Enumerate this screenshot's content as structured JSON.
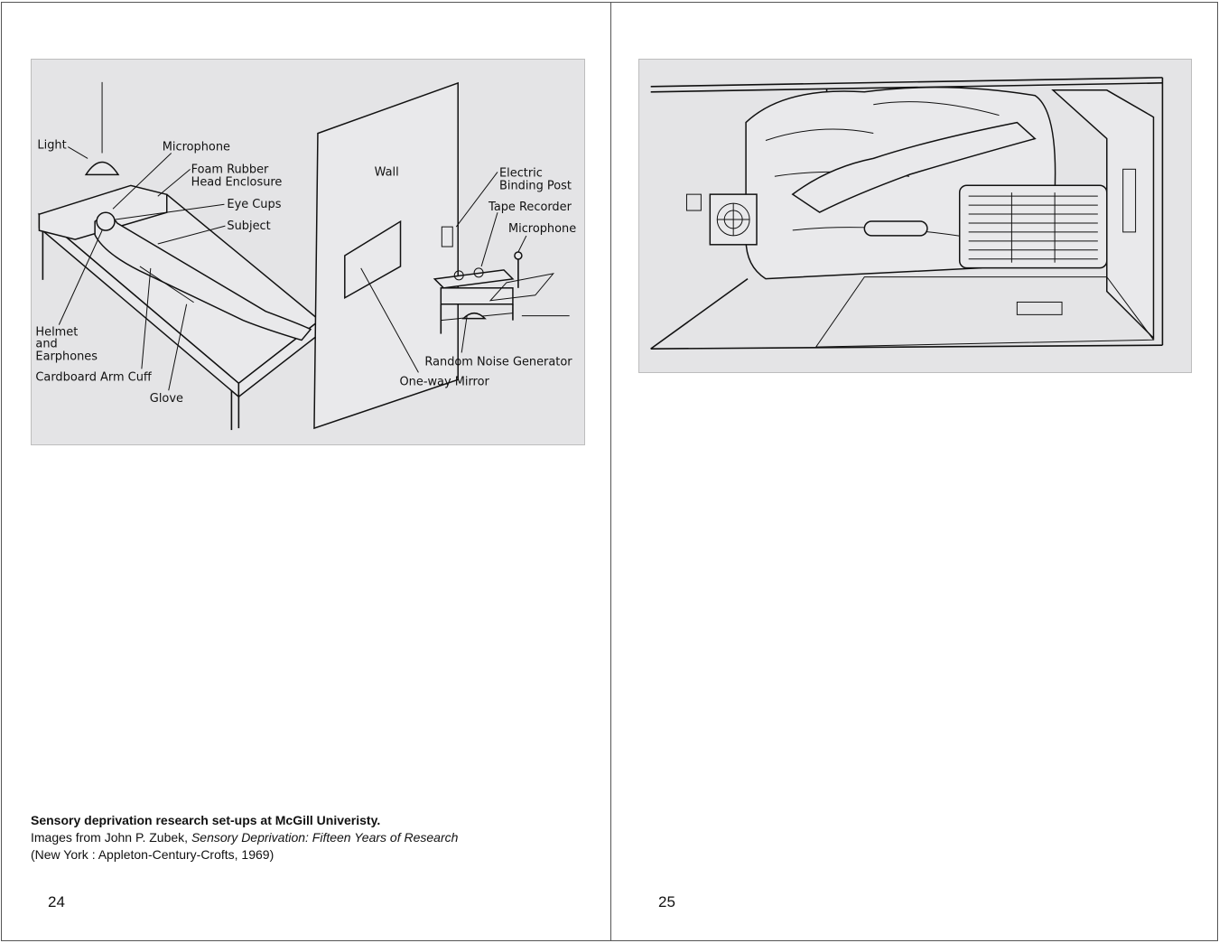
{
  "left_page": {
    "figure_labels": {
      "light": "Light",
      "microphone": "Microphone",
      "foam_rubber_1": "Foam Rubber",
      "foam_rubber_2": "Head Enclosure",
      "eye_cups": "Eye Cups",
      "subject": "Subject",
      "wall": "Wall",
      "electric_1": "Electric",
      "electric_2": "Binding Post",
      "tape_recorder": "Tape Recorder",
      "microphone2": "Microphone",
      "helmet_1": "Helmet",
      "helmet_2": "and",
      "helmet_3": "Earphones",
      "arm_cuff": "Cardboard Arm Cuff",
      "glove": "Glove",
      "noise_generator": "Random Noise Generator",
      "mirror": "One-way Mirror"
    },
    "caption": {
      "line1": "Sensory deprivation research set-ups at McGill Univeristy.",
      "line2_prefix": "Images from John P. Zubek, ",
      "line2_title": "Sensory Deprivation: Fifteen Years of Research",
      "line3": "(New York : Appleton-Century-Crofts, 1969)"
    },
    "page_number": "24"
  },
  "right_page": {
    "page_number": "25"
  }
}
